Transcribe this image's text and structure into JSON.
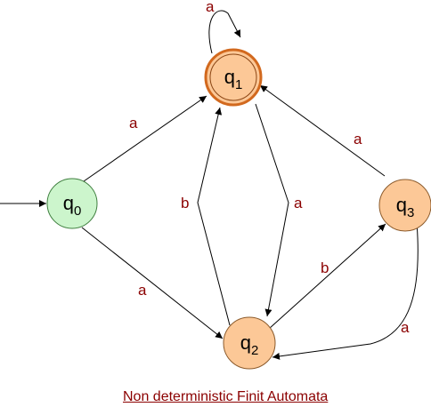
{
  "caption": "Non deterministic Finit Automata",
  "states": {
    "q0": {
      "base": "q",
      "sub": "0",
      "fill": "#ccf5cc",
      "stroke": "#3f7f3f"
    },
    "q1": {
      "base": "q",
      "sub": "1",
      "fill": "#fcc897",
      "stroke": "#d2691e",
      "accepting": true
    },
    "q2": {
      "base": "q",
      "sub": "2",
      "fill": "#fcc897",
      "stroke": "#8b5a2b"
    },
    "q3": {
      "base": "q",
      "sub": "3",
      "fill": "#fcc897",
      "stroke": "#8b5a2b"
    }
  },
  "edges": {
    "q1_self": "a",
    "q0_q1": "a",
    "q3_q1": "a",
    "q2_q1": "b",
    "q1_q2": "a",
    "q0_q2": "a",
    "q2_q3": "b",
    "q3_q2": "a"
  },
  "colors": {
    "label": "#8b0000",
    "edge": "#000000"
  }
}
